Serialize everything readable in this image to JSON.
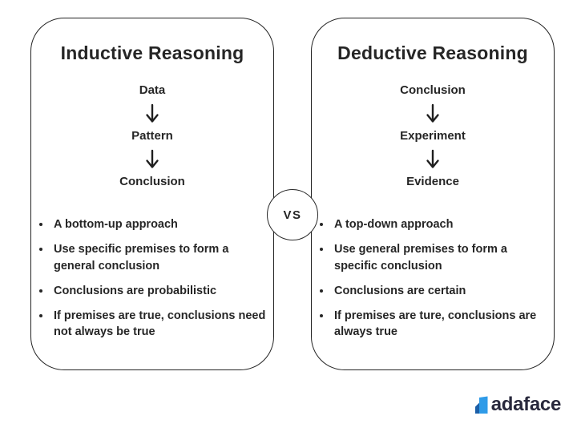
{
  "vs_label": "VS",
  "cards": [
    {
      "title": "Inductive Reasoning",
      "flow": [
        "Data",
        "Pattern",
        "Conclusion"
      ],
      "bullets": [
        "A bottom-up approach",
        "Use specific premises to form a general conclusion",
        "Conclusions are probabilistic",
        "If premises are true, conclusions need not always be true"
      ]
    },
    {
      "title": "Deductive Reasoning",
      "flow": [
        "Conclusion",
        "Experiment",
        "Evidence"
      ],
      "bullets": [
        "A top-down approach",
        "Use general premises to form a specific conclusion",
        "Conclusions are certain",
        "If premises are ture, conclusions are always true"
      ]
    }
  ],
  "logo": {
    "text": "adaface",
    "icon_light_blue": "#2f9be8",
    "icon_dark_blue": "#1c5fa8",
    "text_color": "#28283c"
  },
  "colors": {
    "card_border": "#222222",
    "text": "#262626",
    "background": "#ffffff"
  }
}
